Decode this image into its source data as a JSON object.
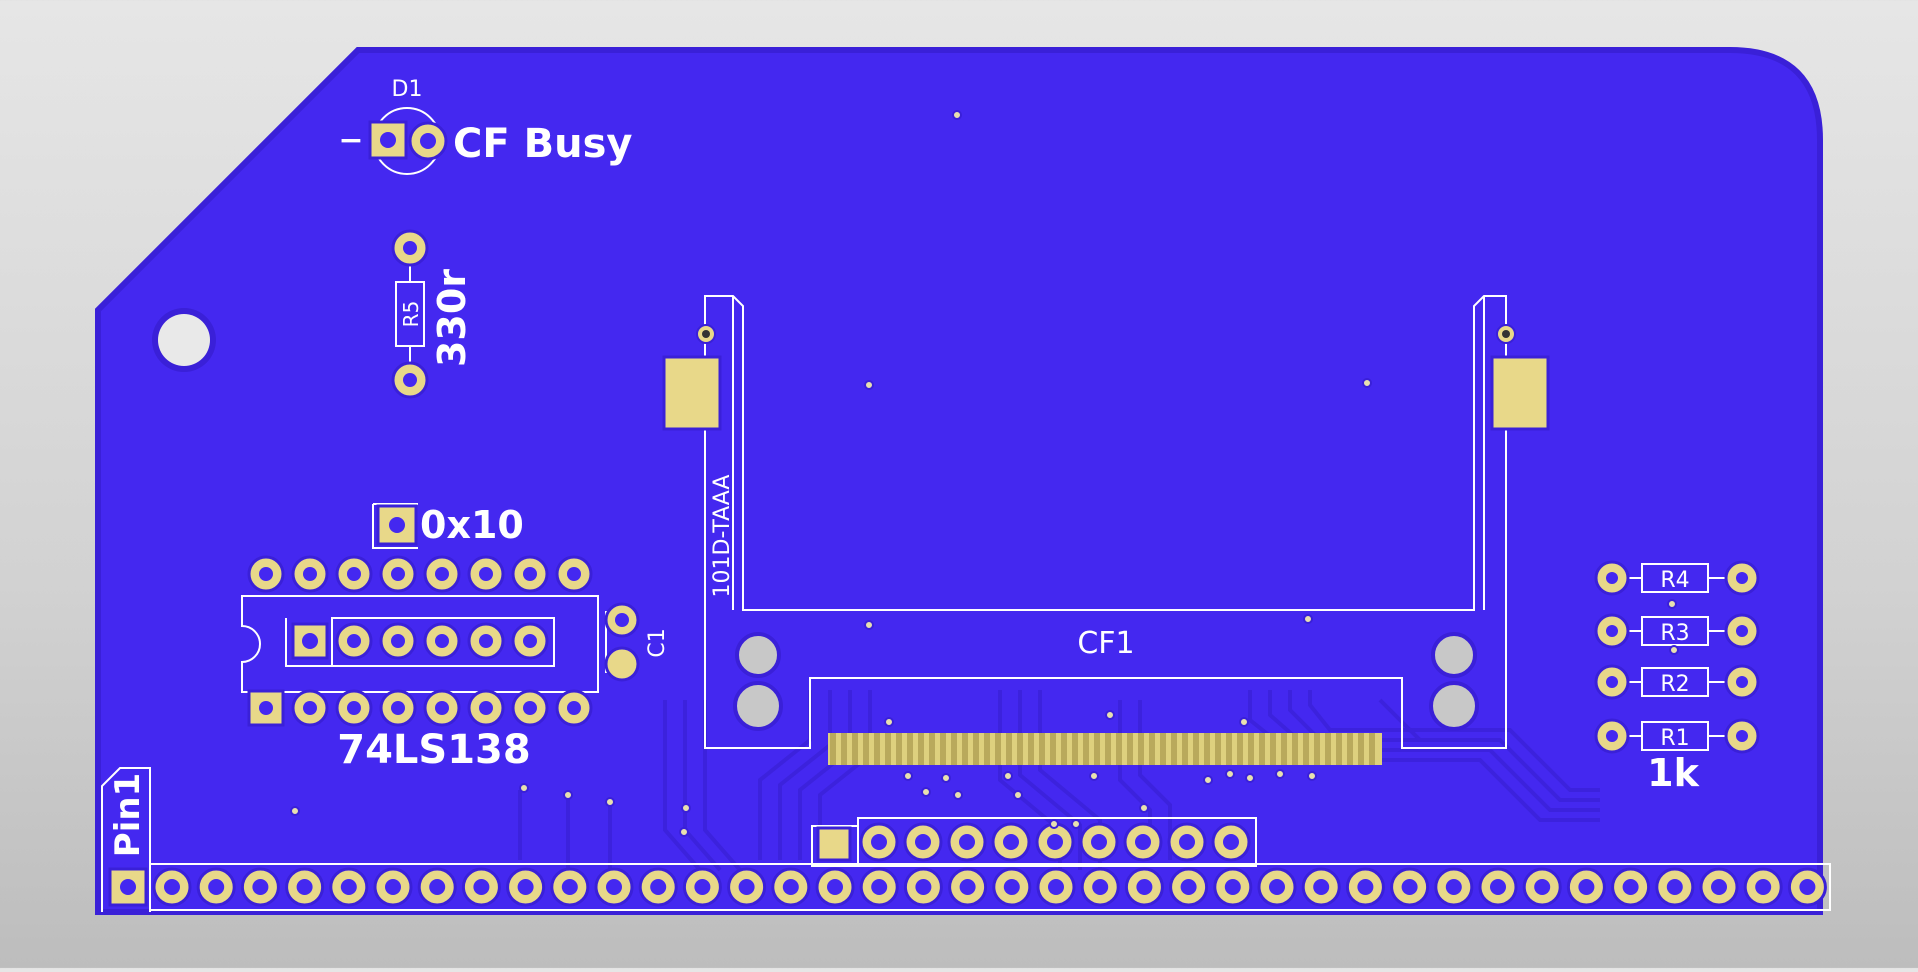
{
  "board": {
    "board_color": "#4428f0",
    "pad_color": "#e8d889",
    "silkscreen_color": "#ffffff",
    "edge_color": "#3d22e0"
  },
  "labels": {
    "d1_ref": "D1",
    "d1_value": "CF Busy",
    "d1_minus": "−",
    "r5_ref": "R5",
    "r5_value": "330r",
    "jumper_value": "0x10",
    "ic_value": "74LS138",
    "c1_ref": "C1",
    "cf_part": "101D-TAAA",
    "cf_ref": "CF1",
    "r1_ref": "R1",
    "r2_ref": "R2",
    "r3_ref": "R3",
    "r4_ref": "R4",
    "resistor_value": "1k",
    "header_label": "Pin1"
  },
  "icons": {
    "mounting_hole": "mounting-hole-icon",
    "via": "via-icon",
    "pad": "pad-icon"
  }
}
